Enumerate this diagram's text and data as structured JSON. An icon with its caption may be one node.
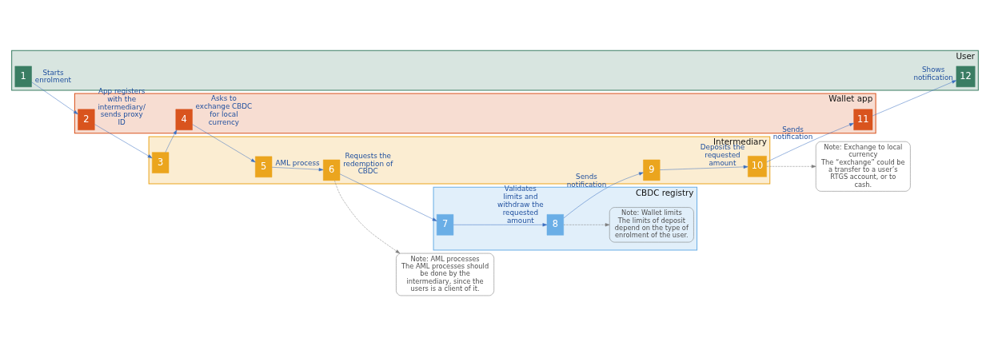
{
  "diagram": {
    "nodes": [
      {
        "text": [
          "User"
        ]
      },
      {
        "text": [
          "Wallet app"
        ]
      },
      {
        "text": [
          "Intermediary"
        ]
      },
      {
        "text": [
          "CBDC registry"
        ]
      },
      {
        "text": [
          "1"
        ],
        "in": 0
      },
      {
        "text": [
          "2"
        ],
        "in": 1
      },
      {
        "text": [
          "3"
        ],
        "in": 2
      },
      {
        "text": [
          "4"
        ],
        "in": 1
      },
      {
        "text": [
          "5"
        ],
        "in": 2
      },
      {
        "text": [
          "6"
        ],
        "in": 2
      },
      {
        "text": [
          "7"
        ],
        "in": 3
      },
      {
        "text": [
          "8"
        ],
        "in": 3
      },
      {
        "text": [
          "9"
        ],
        "in": 2
      },
      {
        "text": [
          "10"
        ],
        "in": 2
      },
      {
        "text": [
          "11"
        ],
        "in": 1
      },
      {
        "text": [
          "12"
        ],
        "in": 0
      },
      {
        "text": [
          "Note: AML processes",
          "The AML processes should be done by the intermediary, since the users is a client of it."
        ]
      },
      {
        "text": [
          "Note: Wallet limits",
          "The limits of deposit depend on the type of enrolment of the user."
        ],
        "in": 3
      },
      {
        "text": [
          "Note: Exchange to local currency",
          "The “exchange” could be a transfer to a user’s RTGS account, or to cash."
        ]
      }
    ],
    "edges": [
      {
        "from": 4,
        "to": 5,
        "arrow": "to",
        "label": "Starts enrolment"
      },
      {
        "from": 5,
        "to": 6,
        "arrow": "to",
        "label": "App registers with the intermediary/ sends proxy ID"
      },
      {
        "from": 6,
        "to": 7,
        "arrow": "to"
      },
      {
        "from": 7,
        "to": 8,
        "arrow": "to",
        "label": "Asks to exchange CBDC for local currency"
      },
      {
        "from": 8,
        "to": 9,
        "arrow": "to",
        "label": "AML process"
      },
      {
        "from": 9,
        "to": 16,
        "arrow": "to",
        "style": "dashed",
        "color": "#7f7f7f"
      },
      {
        "from": 9,
        "to": 10,
        "arrow": "to",
        "label": "Requests the redemption of CBDC"
      },
      {
        "from": 10,
        "to": 11,
        "arrow": "to",
        "label": "Validates limits and withdraw the requested amount"
      },
      {
        "from": 11,
        "to": 17,
        "arrow": "to",
        "style": "dashed",
        "color": "#7f7f7f"
      },
      {
        "from": 11,
        "to": 12,
        "arrow": "to",
        "label": "Sends notification"
      },
      {
        "from": 12,
        "to": 13,
        "arrow": "to",
        "label": "Deposits the requested amount"
      },
      {
        "from": 13,
        "to": 14,
        "arrow": "to",
        "label": "Sends notification"
      },
      {
        "from": 13,
        "to": 18,
        "arrow": "to",
        "style": "dashed",
        "color": "#7f7f7f"
      },
      {
        "from": 14,
        "to": 15,
        "arrow": "to",
        "label": "Shows notification"
      }
    ]
  }
}
